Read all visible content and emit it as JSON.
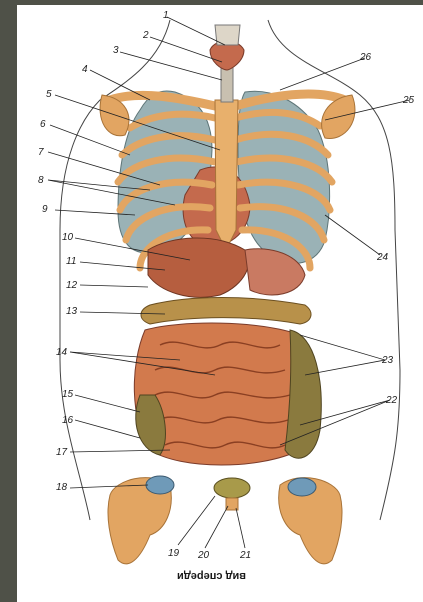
{
  "caption": "вид спереди",
  "labels": {
    "n1": "1",
    "n2": "2",
    "n3": "3",
    "n4": "4",
    "n5": "5",
    "n6": "6",
    "n7": "7",
    "n8": "8",
    "n9": "9",
    "n10": "10",
    "n11": "11",
    "n12": "12",
    "n13": "13",
    "n14": "14",
    "n15": "15",
    "n16": "16",
    "n17": "17",
    "n18": "18",
    "n19": "19",
    "n20": "20",
    "n21": "21",
    "n22": "22",
    "n23": "23",
    "n24": "24",
    "n25": "25",
    "n26": "26"
  },
  "colors": {
    "frame": "#4f5148",
    "bone": "#e2a562",
    "lung": "#9ab2b6",
    "liver": "#b65e3f",
    "intestine": "#d27a4d",
    "colon": "#8a7a3e",
    "cartilage": "#6f9ab8"
  }
}
